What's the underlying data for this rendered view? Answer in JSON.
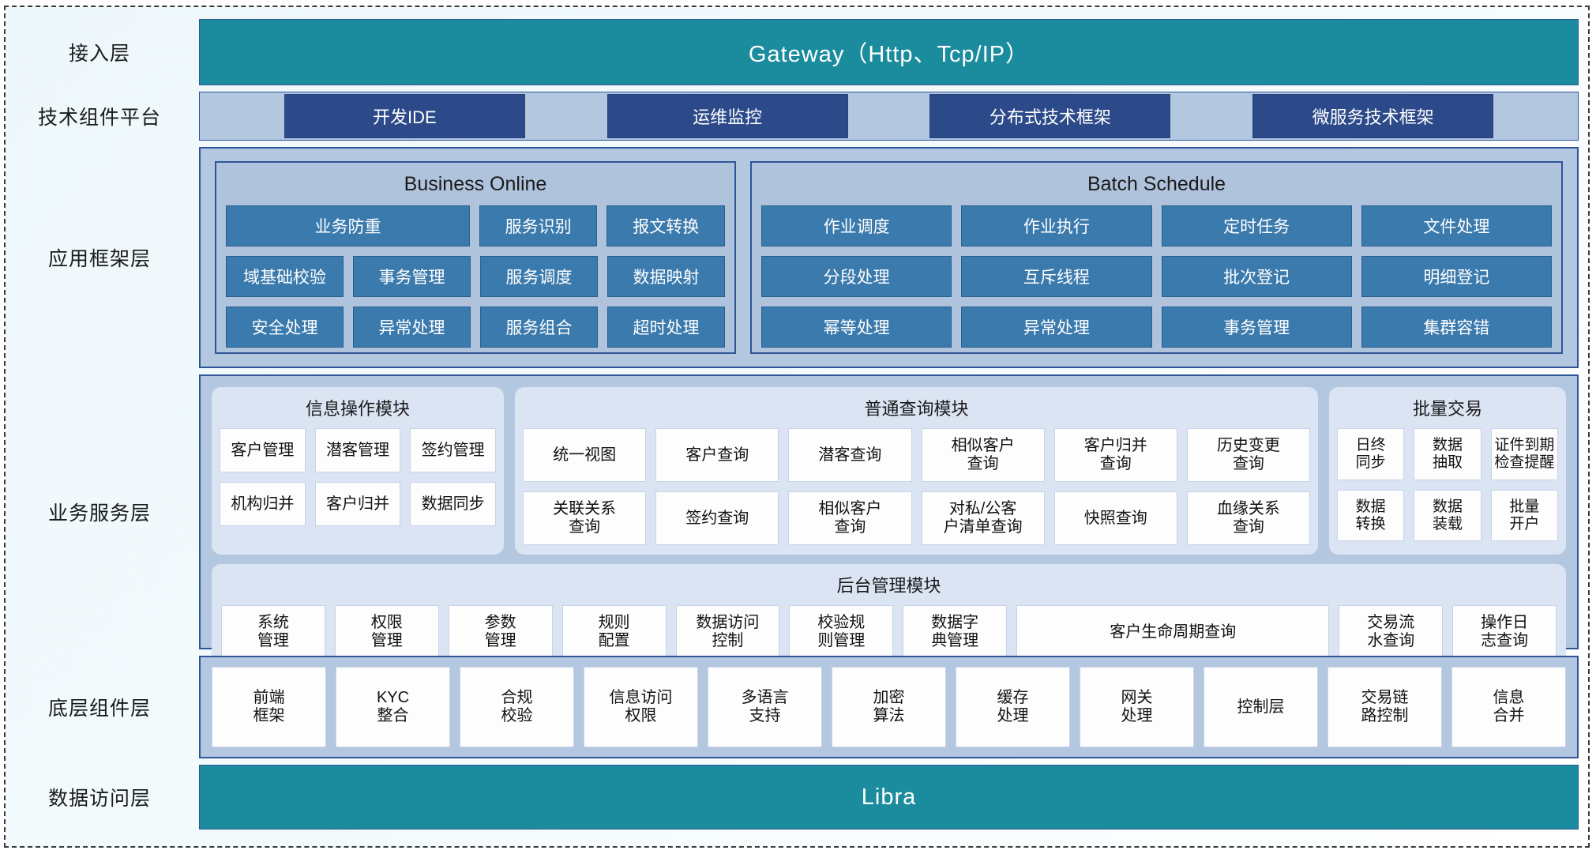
{
  "diagram": {
    "title": "Application Architecture Layers",
    "colors": {
      "teal": "#1b8c9e",
      "dark_blue_chip": "#2c4a89",
      "mid_blue_chip": "#3b7aad",
      "band_blue": "#b4c7e0",
      "module_blue": "#dbe4f3",
      "border_blue": "#2f5597"
    }
  },
  "layers": [
    {
      "label": "接入层"
    },
    {
      "label": "技术组件平台"
    },
    {
      "label": "应用框架层"
    },
    {
      "label": "业务服务层"
    },
    {
      "label": "底层组件层"
    },
    {
      "label": "数据访问层"
    }
  ],
  "access_layer": {
    "gateway_label": "Gateway（Http、Tcp/IP）"
  },
  "tech_platform": {
    "items": [
      {
        "label": "开发IDE"
      },
      {
        "label": "运维监控"
      },
      {
        "label": "分布式技术框架"
      },
      {
        "label": "微服务技术框架"
      }
    ]
  },
  "app_framework": {
    "business_online": {
      "title": "Business Online",
      "rows": [
        [
          {
            "label": "业务防重",
            "wide": true
          },
          {
            "label": "服务识别"
          },
          {
            "label": "报文转换"
          }
        ],
        [
          {
            "label": "域基础校验"
          },
          {
            "label": "事务管理"
          },
          {
            "label": "服务调度"
          },
          {
            "label": "数据映射"
          }
        ],
        [
          {
            "label": "安全处理"
          },
          {
            "label": "异常处理"
          },
          {
            "label": "服务组合"
          },
          {
            "label": "超时处理"
          }
        ]
      ]
    },
    "batch_schedule": {
      "title": "Batch Schedule",
      "rows": [
        [
          {
            "label": "作业调度"
          },
          {
            "label": "作业执行"
          },
          {
            "label": "定时任务"
          },
          {
            "label": "文件处理"
          }
        ],
        [
          {
            "label": "分段处理"
          },
          {
            "label": "互斥线程"
          },
          {
            "label": "批次登记"
          },
          {
            "label": "明细登记"
          }
        ],
        [
          {
            "label": "幂等处理"
          },
          {
            "label": "异常处理"
          },
          {
            "label": "事务管理"
          },
          {
            "label": "集群容错"
          }
        ]
      ]
    }
  },
  "business_service": {
    "info_module": {
      "title": "信息操作模块",
      "rows": [
        [
          {
            "label": "客户管理"
          },
          {
            "label": "潜客管理"
          },
          {
            "label": "签约管理"
          }
        ],
        [
          {
            "label": "机构归并"
          },
          {
            "label": "客户归并"
          },
          {
            "label": "数据同步"
          }
        ]
      ]
    },
    "query_module": {
      "title": "普通查询模块",
      "rows": [
        [
          {
            "label": "统一视图"
          },
          {
            "label": "客户查询"
          },
          {
            "label": "潜客查询"
          },
          {
            "label": "相似客户\n查询"
          },
          {
            "label": "客户归并\n查询"
          },
          {
            "label": "历史变更\n查询"
          }
        ],
        [
          {
            "label": "关联关系\n查询"
          },
          {
            "label": "签约查询"
          },
          {
            "label": "相似客户\n查询"
          },
          {
            "label": "对私/公客\n户清单查询"
          },
          {
            "label": "快照查询"
          },
          {
            "label": "血缘关系\n查询"
          }
        ]
      ]
    },
    "batch_tx_module": {
      "title": "批量交易",
      "rows": [
        [
          {
            "label": "日终\n同步"
          },
          {
            "label": "数据\n抽取"
          },
          {
            "label": "证件到期\n检查提醒"
          }
        ],
        [
          {
            "label": "数据\n转换"
          },
          {
            "label": "数据\n装载"
          },
          {
            "label": "批量\n开户"
          }
        ]
      ]
    },
    "admin_module": {
      "title": "后台管理模块",
      "items": [
        {
          "label": "系统\n管理"
        },
        {
          "label": "权限\n管理"
        },
        {
          "label": "参数\n管理"
        },
        {
          "label": "规则\n配置"
        },
        {
          "label": "数据访问\n控制"
        },
        {
          "label": "校验规\n则管理"
        },
        {
          "label": "数据字\n典管理"
        },
        {
          "label": "客户生命周期查询",
          "wide": true
        },
        {
          "label": "交易流\n水查询"
        },
        {
          "label": "操作日\n志查询"
        }
      ]
    }
  },
  "bottom_components": {
    "items": [
      {
        "label": "前端\n框架"
      },
      {
        "label": "KYC\n整合"
      },
      {
        "label": "合规\n校验"
      },
      {
        "label": "信息访问\n权限"
      },
      {
        "label": "多语言\n支持"
      },
      {
        "label": "加密\n算法"
      },
      {
        "label": "缓存\n处理"
      },
      {
        "label": "网关\n处理"
      },
      {
        "label": "控制层"
      },
      {
        "label": "交易链\n路控制"
      },
      {
        "label": "信息\n合并"
      }
    ]
  },
  "data_access": {
    "label": "Libra"
  }
}
